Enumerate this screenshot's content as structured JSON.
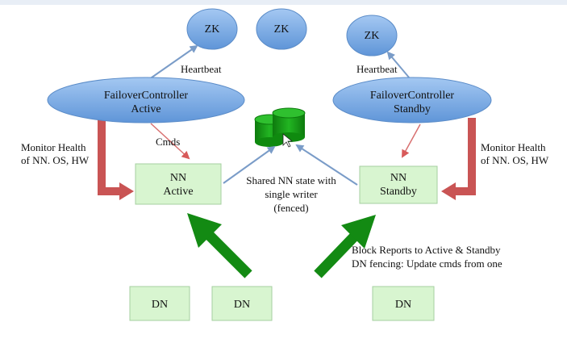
{
  "zk_nodes": [
    "ZK",
    "ZK",
    "ZK"
  ],
  "labels": {
    "heartbeat_left": "Heartbeat",
    "heartbeat_right": "Heartbeat",
    "cmds": "Cmds",
    "monitor_left_1": "Monitor Health",
    "monitor_left_2": "of NN. OS, HW",
    "monitor_right_1": "Monitor Health",
    "monitor_right_2": "of NN. OS, HW",
    "shared_1": "Shared NN state with",
    "shared_2": "single writer",
    "shared_3": "(fenced)",
    "block_1": "Block Reports to Active & Standby",
    "block_2": "DN fencing: Update cmds from one"
  },
  "failover_active": {
    "line1": "FailoverController",
    "line2": "Active"
  },
  "failover_standby": {
    "line1": "FailoverController",
    "line2": "Standby"
  },
  "nn_active": {
    "line1": "NN",
    "line2": "Active"
  },
  "nn_standby": {
    "line1": "NN",
    "line2": "Standby"
  },
  "dn_nodes": [
    "DN",
    "DN",
    "DN"
  ],
  "colors": {
    "oval_fill": "#7aaee8",
    "oval_stroke": "#4a7fc1",
    "box_fill": "#d8f5d0",
    "box_stroke": "#9ac890",
    "thin_arrow": "#7a9cc8",
    "red_arrow": "#d85a5a",
    "green_arrow": "#138a13",
    "storage": "#17a317"
  }
}
